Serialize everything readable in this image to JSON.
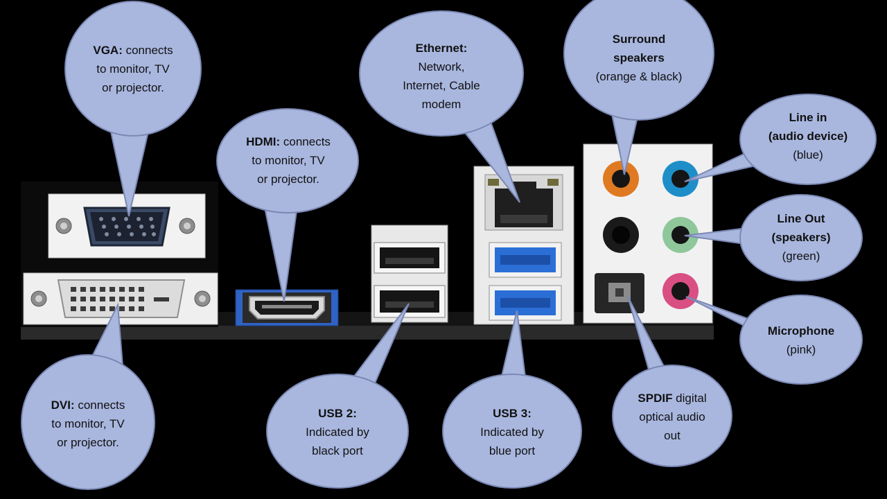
{
  "colors": {
    "background": "#000000",
    "bubble_fill": "#a9b7df",
    "bubble_stroke": "#7b88b3",
    "panel": "#f1f1f1",
    "usb3_blue": "#2b6fd6",
    "jack_orange": "#e07a22",
    "jack_blue": "#1e8ec9",
    "jack_green": "#8fc79a",
    "jack_pink": "#d94f83",
    "jack_black": "#1a1a1a"
  },
  "ports": [
    {
      "id": "vga",
      "name": "vga-bubble",
      "lines": [
        {
          "bold": "VGA:",
          "text": " connects"
        },
        {
          "text": "to monitor, TV"
        },
        {
          "text": "or projector."
        }
      ]
    },
    {
      "id": "dvi",
      "name": "dvi-bubble",
      "lines": [
        {
          "bold": "DVI:",
          "text": " connects"
        },
        {
          "text": "to monitor, TV"
        },
        {
          "text": "or projector."
        }
      ]
    },
    {
      "id": "hdmi",
      "name": "hdmi-bubble",
      "lines": [
        {
          "bold": "HDMI:",
          "text": " connects"
        },
        {
          "text": "to monitor, TV"
        },
        {
          "text": "or projector."
        }
      ]
    },
    {
      "id": "ethernet",
      "name": "ethernet-bubble",
      "lines": [
        {
          "bold": "Ethernet:"
        },
        {
          "text": "Network,"
        },
        {
          "text": "Internet, Cable"
        },
        {
          "text": "modem"
        }
      ]
    },
    {
      "id": "surround",
      "name": "surround-bubble",
      "lines": [
        {
          "bold": "Surround"
        },
        {
          "bold": "speakers"
        },
        {
          "text": "(orange & black)"
        }
      ]
    },
    {
      "id": "linein",
      "name": "line-in-bubble",
      "lines": [
        {
          "bold": "Line in"
        },
        {
          "bold": "(audio device)"
        },
        {
          "text": "(blue)"
        }
      ]
    },
    {
      "id": "lineout",
      "name": "line-out-bubble",
      "lines": [
        {
          "bold": "Line Out"
        },
        {
          "bold": "(speakers)"
        },
        {
          "text": "(green)"
        }
      ]
    },
    {
      "id": "mic",
      "name": "microphone-bubble",
      "lines": [
        {
          "bold": "Microphone"
        },
        {
          "text": "(pink)"
        }
      ]
    },
    {
      "id": "usb2",
      "name": "usb2-bubble",
      "lines": [
        {
          "bold": "USB 2:"
        },
        {
          "text": "Indicated by"
        },
        {
          "text": "black port"
        }
      ]
    },
    {
      "id": "usb3",
      "name": "usb3-bubble",
      "lines": [
        {
          "bold": "USB 3:"
        },
        {
          "text": "Indicated by"
        },
        {
          "text": "blue port"
        }
      ]
    },
    {
      "id": "spdif",
      "name": "spdif-bubble",
      "lines": [
        {
          "bold": "SPDIF",
          "text": " digital"
        },
        {
          "text": "optical audio"
        },
        {
          "text": "out"
        }
      ]
    }
  ]
}
